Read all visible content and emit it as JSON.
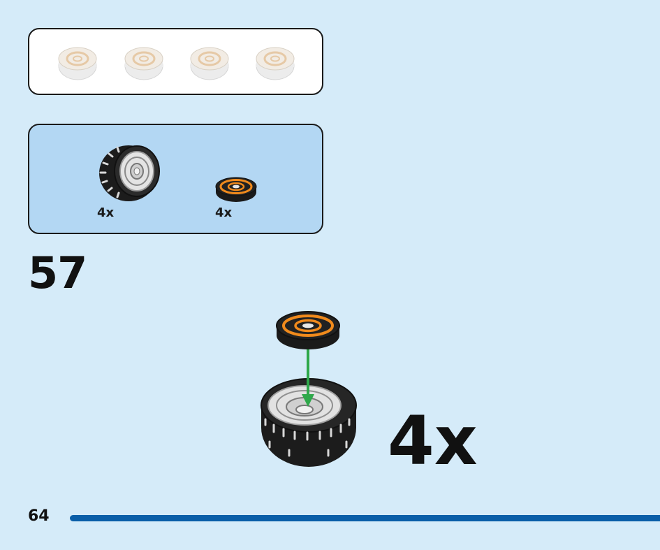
{
  "step": {
    "number": "57",
    "quantity": "4x"
  },
  "prev_step_panel": {
    "ghost_part_icon": "faded-wheel-icon",
    "ghost_count": 4
  },
  "parts_panel": {
    "items": [
      {
        "icon": "tire-wheel-icon",
        "quantity": "4x"
      },
      {
        "icon": "orange-tile-icon",
        "quantity": "4x"
      }
    ]
  },
  "assembly": {
    "arrow_color": "#2ea84a",
    "tile_color": "#f08a1c"
  },
  "page": {
    "number": "64",
    "accent_color": "#0a5ea8",
    "background": "#d5ebf9"
  }
}
